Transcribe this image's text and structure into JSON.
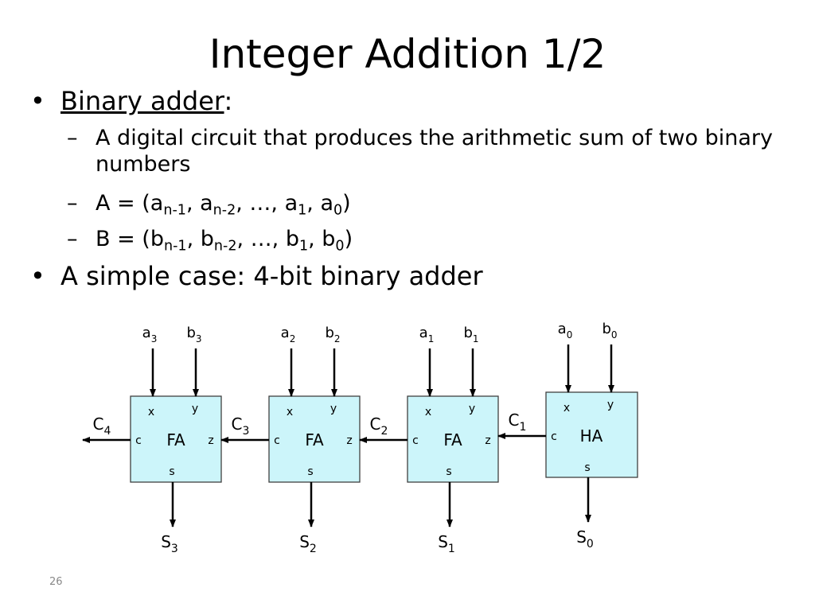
{
  "title": "Integer Addition 1/2",
  "bullets": {
    "b1_label": "Binary adder",
    "b1_colon": ":",
    "sub1": "A digital circuit that produces the arithmetic sum  of two binary numbers",
    "sub2": {
      "pre": "A = (a",
      "s1": "n-1",
      "t1": ", a",
      "s2": "n-2",
      "t2": ", …, a",
      "s3": "1",
      "t3": ", a",
      "s4": "0",
      "post": ")"
    },
    "sub3": {
      "pre": "B = (b",
      "s1": "n-1",
      "t1": ", b",
      "s2": "n-2",
      "t2": ", …, b",
      "s3": "1",
      "t3": ", b",
      "s4": "0",
      "post": ")"
    },
    "b2": "A simple case: 4-bit binary adder",
    "bullet_glyph": "•",
    "dash_glyph": "–"
  },
  "diagram": {
    "block_fill": "#ccf5fa",
    "block_stroke": "#404040",
    "blocks": [
      {
        "type": "FA",
        "a": "a",
        "a_sub": "3",
        "b": "b",
        "b_sub": "3",
        "s": "S",
        "s_sub": "3",
        "cout": "C",
        "cout_sub": "4",
        "port_x": "x",
        "port_y": "y",
        "port_c": "c",
        "port_z": "z",
        "port_s": "s"
      },
      {
        "type": "FA",
        "a": "a",
        "a_sub": "2",
        "b": "b",
        "b_sub": "2",
        "s": "S",
        "s_sub": "2",
        "cout": "C",
        "cout_sub": "3",
        "port_x": "x",
        "port_y": "y",
        "port_c": "c",
        "port_z": "z",
        "port_s": "s"
      },
      {
        "type": "FA",
        "a": "a",
        "a_sub": "1",
        "b": "b",
        "b_sub": "1",
        "s": "S",
        "s_sub": "1",
        "cout": "C",
        "cout_sub": "2",
        "port_x": "x",
        "port_y": "y",
        "port_c": "c",
        "port_z": "z",
        "port_s": "s"
      },
      {
        "type": "HA",
        "a": "a",
        "a_sub": "0",
        "b": "b",
        "b_sub": "0",
        "s": "S",
        "s_sub": "0",
        "cout": "C",
        "cout_sub": "1",
        "port_x": "x",
        "port_y": "y",
        "port_c": "c",
        "port_z": "",
        "port_s": "s"
      }
    ]
  },
  "slide_number": "26"
}
